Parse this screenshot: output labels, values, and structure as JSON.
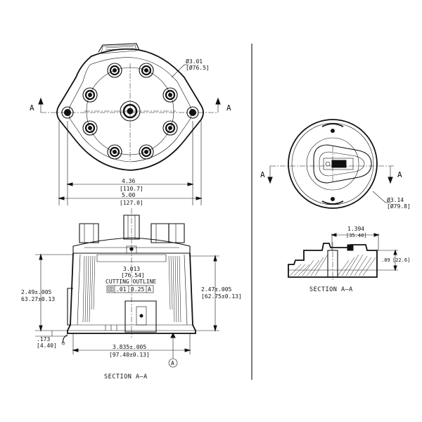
{
  "top_view": {
    "section_marker_left": "A",
    "section_marker_right": "A",
    "dia_label": "Ø3.01",
    "dia_label_mm": "[Ø76.5]",
    "width_inner": "4.36",
    "width_inner_mm": "[110.7]",
    "width_outer": "5.00",
    "width_outer_mm": "[127.0]"
  },
  "side_view": {
    "height_inner": "3.013",
    "height_inner_mm": "[76.54]",
    "cutting_outline": "CUTTING OUTLINE",
    "tol_a": ".01",
    "tol_b": "0.25",
    "tol_c": "A",
    "left_height": "2.49±.005",
    "left_height_mm": "63.27±0.13",
    "right_height": "2.47±.005",
    "right_height_mm": "[62.75±0.13]",
    "small_dim": ".173",
    "small_dim_mm": "[4.40]",
    "base_width": "3.835±.005",
    "base_width_mm": "[97.40±0.13]",
    "datum": "A",
    "caption": "SECTION A–A"
  },
  "rotor_view": {
    "section_marker_left": "A",
    "section_marker_right": "A",
    "dia_label": "Ø3.14",
    "dia_label_mm": "[Ø79.8]"
  },
  "rotor_section": {
    "top_dim": "1.394",
    "top_dim_mm": "[35.40]",
    "height_dim": ".89",
    "height_dim_mm": "[22.6]",
    "caption": "SECTION A–A"
  }
}
